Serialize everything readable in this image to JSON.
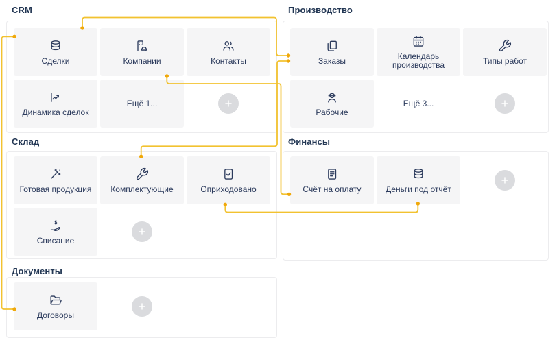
{
  "colors": {
    "background": "#ffffff",
    "card_bg": "#f5f5f6",
    "panel_border": "#ececee",
    "label_text": "#2b3a5c",
    "title_text": "#233754",
    "connector_line": "#f2c230",
    "connector_dot": "#f0a80a",
    "add_button_bg": "#dadbde",
    "add_button_plus": "#ffffff"
  },
  "sections": [
    {
      "title": "CRM",
      "items": [
        {
          "label": "Сделки",
          "icon": "coins-icon"
        },
        {
          "label": "Компании",
          "icon": "company-icon"
        },
        {
          "label": "Контакты",
          "icon": "contacts-icon"
        },
        {
          "label": "Динамика сделок",
          "icon": "chart-icon"
        },
        {
          "label": "Ещё 1...",
          "type": "more"
        },
        {
          "type": "add",
          "icon": "plus-icon"
        }
      ]
    },
    {
      "title": "Производство",
      "items": [
        {
          "label": "Заказы",
          "icon": "copy-icon"
        },
        {
          "label": "Календарь производства",
          "icon": "calendar-icon"
        },
        {
          "label": "Типы работ",
          "icon": "wrench-icon"
        },
        {
          "label": "Рабочие",
          "icon": "worker-icon"
        },
        {
          "label": "Ещё 3...",
          "type": "more"
        },
        {
          "type": "add",
          "icon": "plus-icon"
        }
      ]
    },
    {
      "title": "Склад",
      "items": [
        {
          "label": "Готовая продукция",
          "icon": "wand-icon"
        },
        {
          "label": "Комплектующие",
          "icon": "wrench-icon"
        },
        {
          "label": "Оприходовано",
          "icon": "doc-check-icon"
        },
        {
          "label": "Списание",
          "icon": "hand-coin-icon"
        },
        {
          "type": "add",
          "icon": "plus-icon"
        }
      ]
    },
    {
      "title": "Финансы",
      "items": [
        {
          "label": "Счёт на оплату",
          "icon": "invoice-icon"
        },
        {
          "label": "Деньги под отчёт",
          "icon": "coins-icon"
        },
        {
          "type": "add",
          "icon": "plus-icon"
        }
      ]
    },
    {
      "title": "Документы",
      "items": [
        {
          "label": "Договоры",
          "icon": "folder-icon"
        },
        {
          "type": "add",
          "icon": "plus-icon"
        }
      ]
    }
  ],
  "connections": [
    {
      "from": "Сделки",
      "to": "Заказы"
    },
    {
      "from": "Комплектующие",
      "to": "Заказы"
    },
    {
      "from": "Компании",
      "to": "Счёт на оплату"
    },
    {
      "from": "Оприходовано",
      "to": "Деньги под отчёт"
    },
    {
      "from": "Сделки",
      "to": "Договоры"
    }
  ]
}
